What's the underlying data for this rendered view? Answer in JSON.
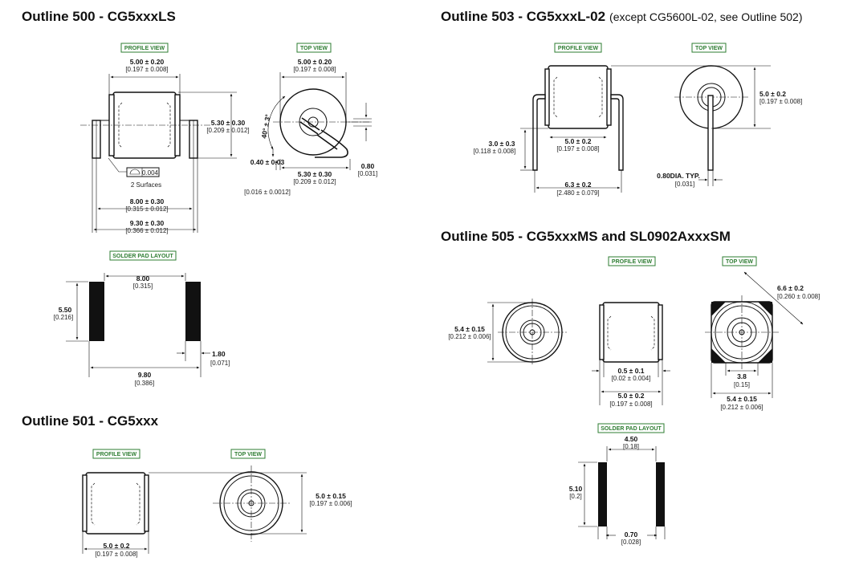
{
  "colors": {
    "tag": "#2e7d32",
    "ink": "#111111"
  },
  "labels": {
    "profile_view": "PROFILE VIEW",
    "top_view": "TOP VIEW",
    "solder_pad_layout": "SOLDER PAD LAYOUT"
  },
  "outline500": {
    "title": "Outline 500 - CG5xxxLS",
    "d_profile_width": "5.00 ± 0.20",
    "d_profile_width_in": "[0.197 ± 0.008]",
    "d_top_width": "5.00 ± 0.20",
    "d_top_width_in": "[0.197 ± 0.008]",
    "d_height": "5.30 ± 0.30",
    "d_height_in": "[0.209 ± 0.012]",
    "angle": "40° ± 3°",
    "flatness_value": "0.004",
    "surfaces": "2 Surfaces",
    "d_lead_thk": "0.40 ± 0.03",
    "d_lead_thk_in": "[0.016 ± 0.0012]",
    "d_top_height": "5.30 ± 0.30",
    "d_top_height_in": "[0.209 ± 0.012]",
    "d_lead_w": "0.80",
    "d_lead_w_in": "[0.031]",
    "d_len1": "8.00 ± 0.30",
    "d_len1_in": "[0.315 ± 0.012]",
    "d_len2": "9.30 ± 0.30",
    "d_len2_in": "[0.366 ± 0.012]",
    "pad_spacing": "8.00",
    "pad_spacing_in": "[0.315]",
    "pad_height": "5.50",
    "pad_height_in": "[0.216]",
    "pad_width": "1.80",
    "pad_width_in": "[0.071]",
    "pad_total": "9.80",
    "pad_total_in": "[0.386]"
  },
  "outline501": {
    "title": "Outline 501 - CG5xxx",
    "d_width": "5.0 ± 0.2",
    "d_width_in": "[0.197 ± 0.008]",
    "d_dia": "5.0 ± 0.15",
    "d_dia_in": "[0.197 ± 0.006]"
  },
  "outline503": {
    "title": "Outline 503 - CG5xxxL-02",
    "subtitle": "(except CG5600L-02, see Outline 502)",
    "d_lead_h": "3.0 ± 0.3",
    "d_lead_h_in": "[0.118 ± 0.008]",
    "d_body_w": "5.0 ± 0.2",
    "d_body_w_in": "[0.197 ± 0.008]",
    "d_span": "6.3 ± 0.2",
    "d_span_in": "[2.480 ± 0.079]",
    "d_dia": "5.0 ± 0.2",
    "d_dia_in": "[0.197 ± 0.008]",
    "d_lead_dia": "0.80DIA. TYP.",
    "d_lead_dia_in": "[0.031]"
  },
  "outline505": {
    "title": "Outline 505 - CG5xxxMS and SL0902AxxxSM",
    "d_dia": "5.4 ± 0.15",
    "d_dia_in": "[0.212 ± 0.006]",
    "d_electrode": "0.5 ± 0.1",
    "d_electrode_in": "[0.02 ± 0.004]",
    "d_width": "5.0 ± 0.2",
    "d_width_in": "[0.197 ± 0.008]",
    "d_diag": "6.6 ± 0.2",
    "d_diag_in": "[0.260 ± 0.008]",
    "d_inner": "3.8",
    "d_inner_in": "[0.15]",
    "d_outer": "5.4 ± 0.15",
    "d_outer_in": "[0.212 ± 0.006]",
    "pad_spacing": "4.50",
    "pad_spacing_in": "[0.18]",
    "pad_height": "5.10",
    "pad_height_in": "[0.2]",
    "pad_width": "0.70",
    "pad_width_in": "[0.028]"
  }
}
